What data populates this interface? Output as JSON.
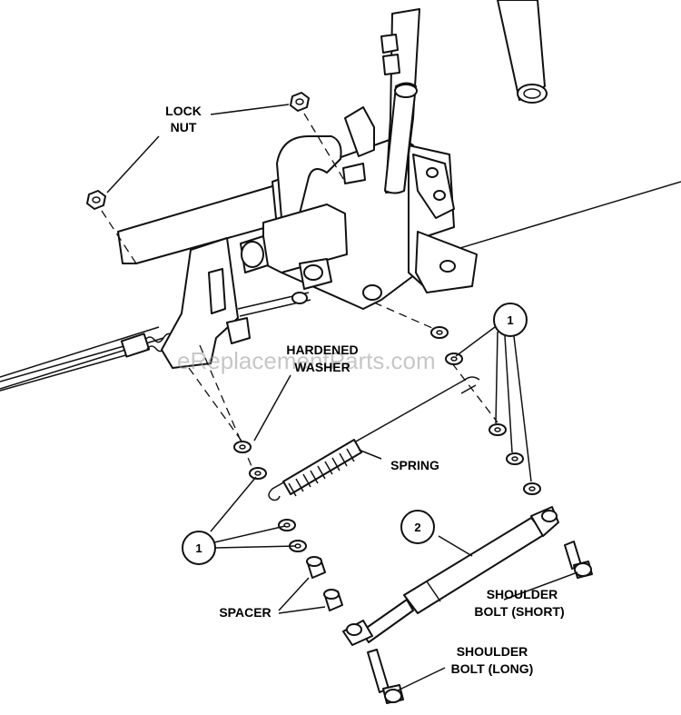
{
  "watermark": "eReplacementParts.com",
  "labels": {
    "lock_nut_line1": "LOCK",
    "lock_nut_line2": "NUT",
    "hardened_washer_line1": "HARDENED",
    "hardened_washer_line2": "WASHER",
    "spring": "SPRING",
    "spacer": "SPACER",
    "shoulder_bolt_short_line1": "SHOULDER",
    "shoulder_bolt_short_line2": "BOLT (SHORT)",
    "shoulder_bolt_long_line1": "SHOULDER",
    "shoulder_bolt_long_line2": "BOLT (LONG)"
  },
  "callouts": {
    "right_1": "1",
    "left_1": "1",
    "damper_2": "2"
  }
}
